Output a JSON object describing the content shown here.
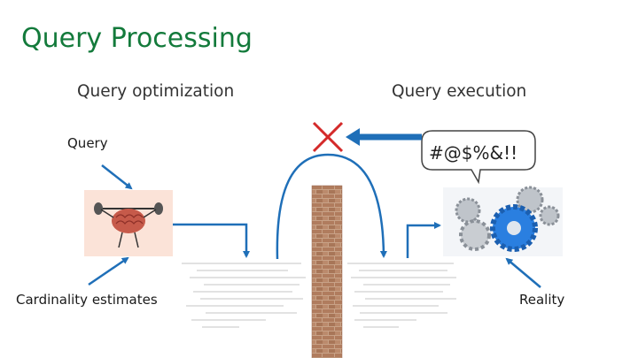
{
  "slide": {
    "title": "Query Processing",
    "left_heading": "Query optimization",
    "right_heading": "Query execution",
    "query_label": "Query",
    "cardinality_label": "Cardinality estimates",
    "reality_label": "Reality"
  },
  "colors": {
    "title": "#137a3b",
    "arrow": "#1f6fb8",
    "cross": "#d42a2a",
    "brick": "#b5876a",
    "brain_panel": "#fbe3d8",
    "gear_blue": "#2a7fe0"
  },
  "icons": [
    "brain-weightlifter-icon",
    "gears-icon",
    "speech-bubble-icon",
    "brick-wall-icon",
    "red-cross-icon"
  ]
}
